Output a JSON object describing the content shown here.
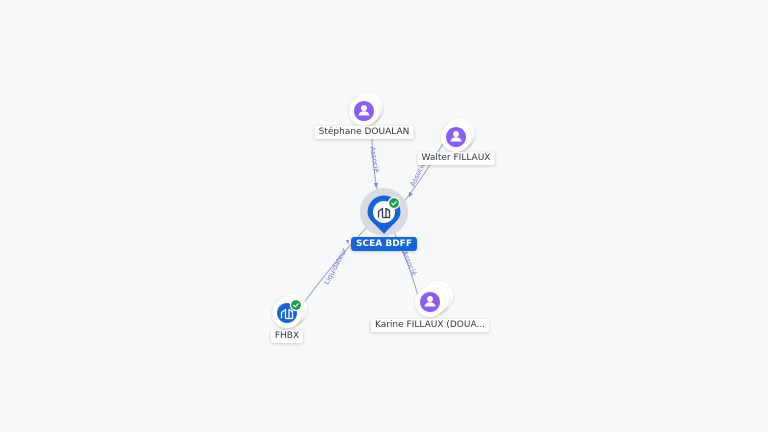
{
  "nodes": {
    "center": {
      "label": "SCEA BDFF",
      "type": "company",
      "verified": true,
      "color": "#1565d8"
    },
    "stephane": {
      "label": "Stéphane DOUALAN",
      "type": "person",
      "color": "#8b5cf6"
    },
    "walter": {
      "label": "Walter FILLAUX",
      "type": "person",
      "color": "#8b5cf6"
    },
    "karine": {
      "label": "Karine FILLAUX (DOUA...",
      "type": "person",
      "color": "#8b5cf6"
    },
    "fhbx": {
      "label": "FHBX",
      "type": "company",
      "verified": true,
      "color": "#1565d8"
    }
  },
  "edges": {
    "stephane": {
      "label": "Associé"
    },
    "walter": {
      "label": "Associé"
    },
    "karine": {
      "label": "Associé"
    },
    "fhbx": {
      "label": "Liquidateur"
    }
  },
  "colors": {
    "verified": "#1e9a4b",
    "edge": "#9aa3b8",
    "edge_label": "#6f6fce"
  }
}
